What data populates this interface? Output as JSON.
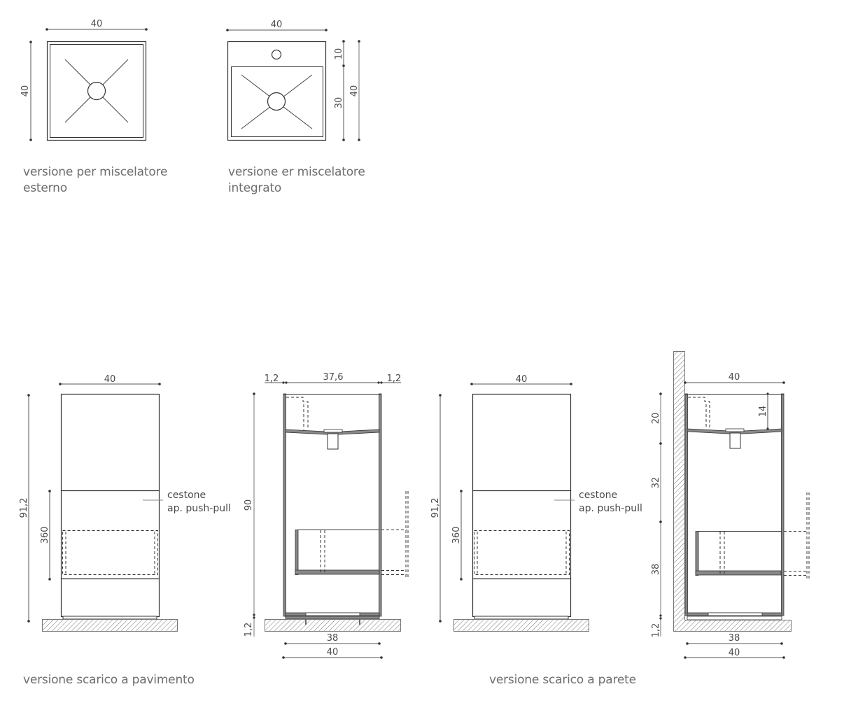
{
  "top_views": [
    {
      "id": "external-mixer",
      "caption_line1": "versione per miscelatore",
      "caption_line2": "esterno",
      "dims": {
        "width": "40",
        "depth": "40"
      }
    },
    {
      "id": "integrated-mixer",
      "caption_line1": "versione er miscelatore",
      "caption_line2": "integrato",
      "dims": {
        "width": "40",
        "top_band": "10",
        "basin": "30",
        "depth": "40"
      }
    }
  ],
  "elevations": {
    "floor_drain": {
      "caption": "versione scarico a pavimento",
      "front": {
        "width": "40",
        "height": "91,2",
        "drawer": "360",
        "note_line1": "cestone",
        "note_line2": "ap. push-pull"
      },
      "section": {
        "side_left": "1,2",
        "inner": "37,6",
        "side_right": "1,2",
        "height": "90",
        "plinth": "1,2",
        "bottom_inner": "38",
        "bottom_outer": "40"
      }
    },
    "wall_drain": {
      "caption": "versione scarico a parete",
      "front": {
        "width": "40",
        "height": "91,2",
        "drawer": "360",
        "note_line1": "cestone",
        "note_line2": "ap. push-pull"
      },
      "section": {
        "width": "40",
        "basin_depth": "14",
        "seg_top": "20",
        "seg_mid": "32",
        "seg_bottom": "38",
        "plinth": "1,2",
        "bottom_inner": "38",
        "bottom_outer": "40"
      }
    }
  },
  "colors": {
    "line": "#3a3a3a",
    "dim_line": "#555555",
    "wall_fill": "#9a9a9a",
    "caption": "#6e6e6e"
  }
}
